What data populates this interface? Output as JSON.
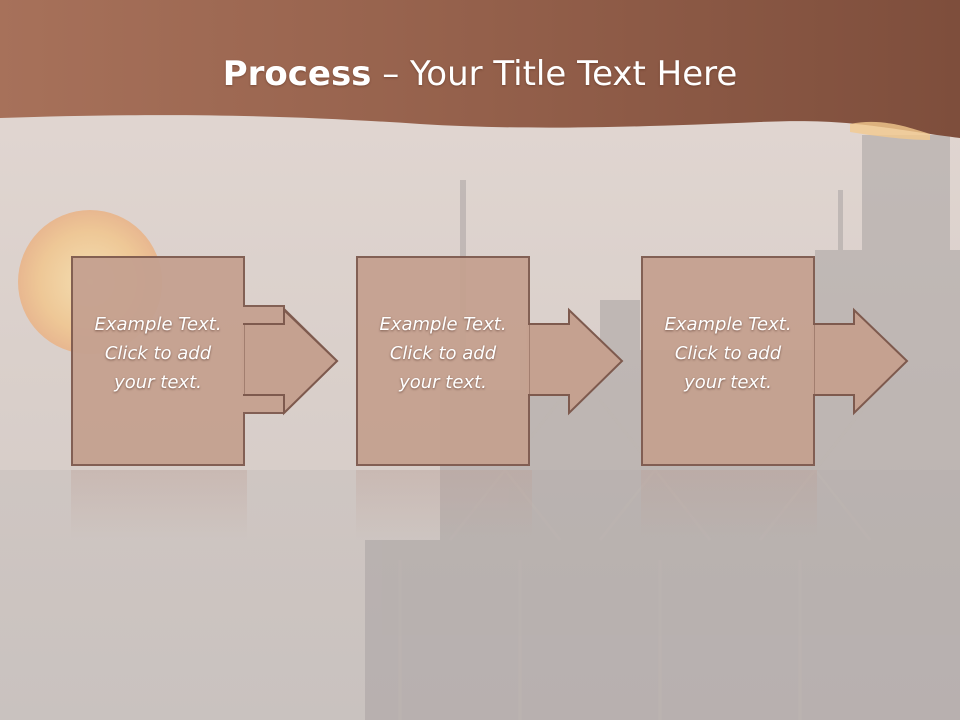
{
  "slide": {
    "title_bold": "Process",
    "title_rest": " – Your Title Text Here"
  },
  "steps": [
    {
      "line1": "Example Text.",
      "line2": "Click  to add",
      "line3": "your text."
    },
    {
      "line1": "Example Text.",
      "line2": "Click  to add",
      "line3": "your text."
    },
    {
      "line1": "Example Text.",
      "line2": "Click  to add",
      "line3": "your text."
    }
  ],
  "colors": {
    "header": "#9a624a",
    "box_fill": "#c5a190",
    "box_stroke": "#7e5a4e",
    "background": "#dad1cd"
  }
}
